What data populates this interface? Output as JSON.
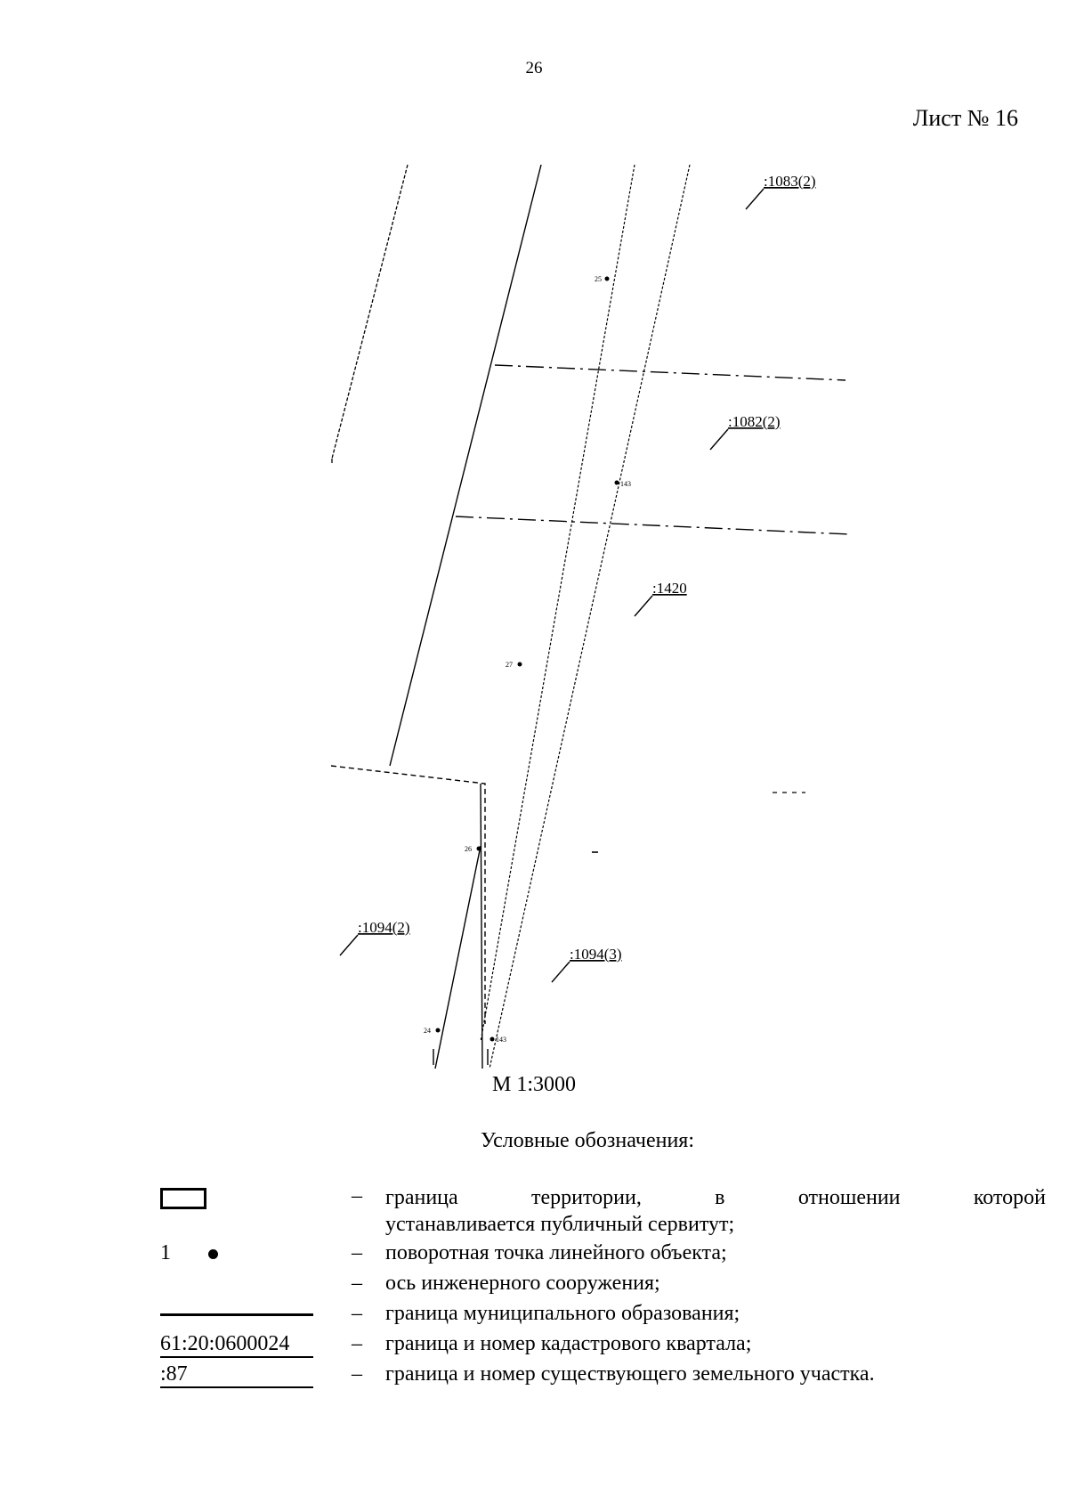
{
  "page": {
    "number": "26",
    "sheet": "Лист № 16"
  },
  "map": {
    "parcel_labels": [
      ":1083(2)",
      ":1082(2)",
      ":1420",
      ":1094(2)",
      ":1094(3)"
    ],
    "point_labels": [
      "25",
      "143",
      "27",
      "26",
      "24",
      "143"
    ],
    "scale": "М 1:3000"
  },
  "legend": {
    "title": "Условные обозначения:",
    "items": [
      {
        "symbol": "box",
        "symbol_text": "",
        "dash": "–",
        "text": "граница территории, в отношении которой устанавливается публичный сервитут;"
      },
      {
        "symbol": "point",
        "symbol_text": "1",
        "dash": "–",
        "text": "поворотная точка линейного объекта;"
      },
      {
        "symbol": "none",
        "symbol_text": "",
        "dash": "–",
        "text": "ось инженерного сооружения;"
      },
      {
        "symbol": "thick-line",
        "symbol_text": "",
        "dash": "–",
        "text": "граница муниципального образования;"
      },
      {
        "symbol": "quarter",
        "symbol_text": "61:20:0600024",
        "dash": "–",
        "text": "граница и номер кадастрового квартала;"
      },
      {
        "symbol": "parcel",
        "symbol_text": ":87",
        "dash": "–",
        "text": "граница и номер существующего земельного участка."
      }
    ]
  }
}
